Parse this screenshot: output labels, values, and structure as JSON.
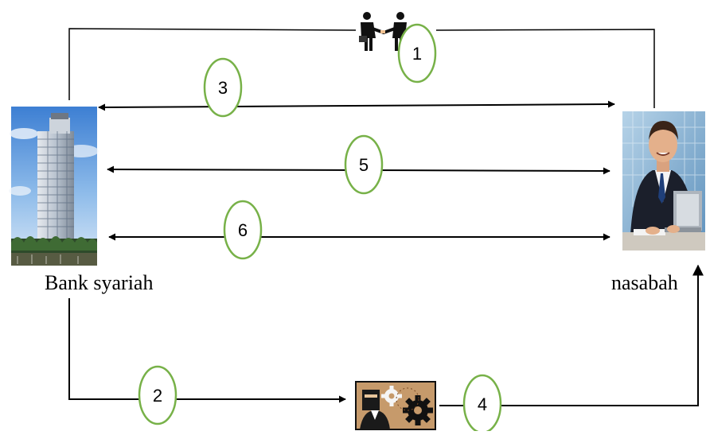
{
  "entities": {
    "bank": {
      "label": "Bank syariah",
      "icon": "bank-building-icon"
    },
    "customer": {
      "label": "nasabah",
      "icon": "businessman-at-laptop-icon"
    },
    "agreement": {
      "icon": "handshake-icon"
    },
    "business": {
      "icon": "business-operations-gears-icon"
    }
  },
  "steps": [
    "1",
    "2",
    "3",
    "4",
    "5",
    "6"
  ],
  "colors": {
    "circle_stroke": "#77b148",
    "line": "#000000",
    "background": "#ffffff"
  }
}
